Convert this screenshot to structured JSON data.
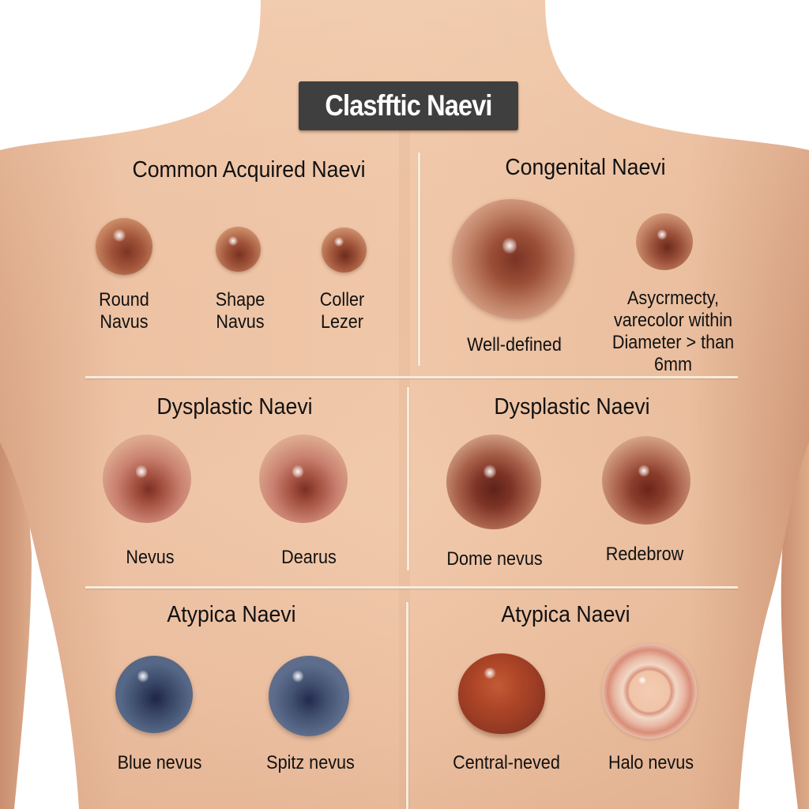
{
  "title": "Clasfftic Naevi",
  "colors": {
    "skin": "#e8b99a",
    "skin_shadow": "#c9916f",
    "title_bg": "#3f3f3f",
    "title_text": "#ffffff",
    "divider": "#f8ecdc",
    "text": "#111111",
    "brown_mole": "#8a3d2a",
    "blue_mole": "#3c4a66",
    "red_mole": "#a8432a",
    "halo_center": "#f3cdb2"
  },
  "sections": [
    {
      "heading": "Common Acquired Naevi",
      "items": [
        {
          "label_line1": "Round",
          "label_line2": "Navus",
          "type": "brown-dome"
        },
        {
          "label_line1": "Shape",
          "label_line2": "Navus",
          "type": "brown-dome"
        },
        {
          "label_line1": "Coller",
          "label_line2": "Lezer",
          "type": "brown-dome"
        }
      ]
    },
    {
      "heading": "Congenital Naevi",
      "items": [
        {
          "label": "Well-defined",
          "type": "irregular-brown"
        },
        {
          "label_lines": [
            "Asycrmecty,",
            "varecolor within",
            "Diameter > than",
            "6mm"
          ],
          "type": "small-brown"
        }
      ]
    },
    {
      "heading": "Dysplastic Naevi",
      "items": [
        {
          "label": "Nevus",
          "type": "speckled-brown"
        },
        {
          "label": "Dearus",
          "type": "speckled-brown"
        }
      ]
    },
    {
      "heading": "Dysplastic Naevi",
      "items": [
        {
          "label": "Dome nevus",
          "type": "dark-brown-dome"
        },
        {
          "label": "Redebrow",
          "type": "dark-brown-dome"
        }
      ]
    },
    {
      "heading": "Atypica Naevi",
      "items": [
        {
          "label": "Blue nevus",
          "type": "blue-dome"
        },
        {
          "label": "Spitz nevus",
          "type": "blue-dome"
        }
      ]
    },
    {
      "heading": "Atypica Naevi",
      "items": [
        {
          "label": "Central-neved",
          "type": "red-dome"
        },
        {
          "label": "Halo nevus",
          "type": "halo-ring"
        }
      ]
    }
  ]
}
